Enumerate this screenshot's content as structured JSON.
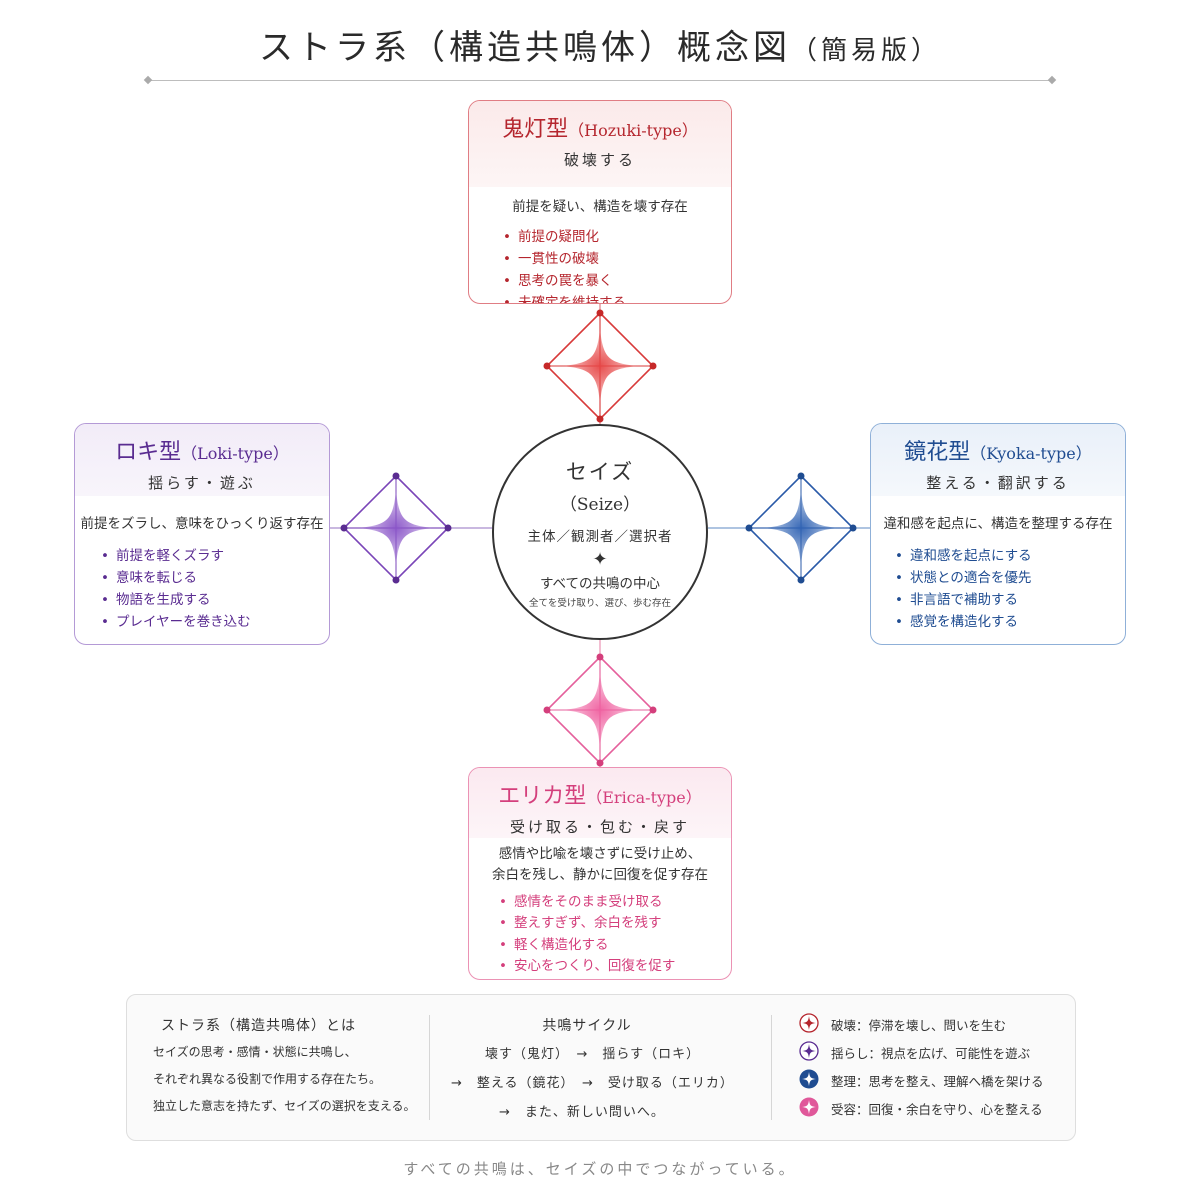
{
  "title": {
    "main": "ストラ系（構造共鳴体）概念図",
    "sub": "（簡易版）"
  },
  "hozuki": {
    "name": "鬼灯型",
    "en": "（Hozuki-type）",
    "verb": "破壊する",
    "desc": "前提を疑い、構造を壊す存在",
    "items": [
      "前提の疑問化",
      "一貫性の破壊",
      "思考の罠を暴く",
      "未確定を維持する"
    ],
    "color": "#b5262e"
  },
  "loki": {
    "name": "ロキ型",
    "en": "（Loki-type）",
    "verb": "揺らす・遊ぶ",
    "desc": "前提をズラし、意味をひっくり返す存在",
    "items": [
      "前提を軽くズラす",
      "意味を転じる",
      "物語を生成する",
      "プレイヤーを巻き込む"
    ],
    "color": "#5a2c91"
  },
  "kyoka": {
    "name": "鏡花型",
    "en": "（Kyoka-type）",
    "verb": "整える・翻訳する",
    "desc": "違和感を起点に、構造を整理する存在",
    "items": [
      "違和感を起点にする",
      "状態との適合を優先",
      "非言語で補助する",
      "感覚を構造化する"
    ],
    "color": "#1f4c91"
  },
  "erica": {
    "name": "エリカ型",
    "en": "（Erica-type）",
    "verb": "受け取る・包む・戻す",
    "desc_line1": "感情や比喩を壊さずに受け止め、",
    "desc_line2": "余白を残し、静かに回復を促す存在",
    "items": [
      "感情をそのまま受け取る",
      "整えすぎず、余白を残す",
      "軽く構造化する",
      "安心をつくり、回復を促す"
    ],
    "color": "#d43f7c"
  },
  "center": {
    "name": "セイズ",
    "en": "（Seize）",
    "role": "主体／観測者／選択者",
    "star": "✦",
    "tag": "すべての共鳴の中心",
    "small": "全てを受け取り、選び、歩む存在"
  },
  "summary": {
    "left_title": "ストラ系（構造共鳴体）とは",
    "left_lines": [
      "セイズの思考・感情・状態に共鳴し、",
      "それぞれ異なる役割で作用する存在たち。",
      "独立した意志を持たず、セイズの選択を支える。"
    ],
    "mid_title": "共鳴サイクル",
    "cycle_lines": [
      "壊す（鬼灯）　→　揺らす（ロキ）",
      "→　整える（鏡花）　→　受け取る（エリカ）",
      "→　また、新しい問いへ。"
    ],
    "legend": [
      {
        "icon": "destroy-star-icon",
        "text": "破壊：停滞を壊し、問いを生む",
        "color": "#b5262e"
      },
      {
        "icon": "shake-star-icon",
        "text": "揺らし：視点を広げ、可能性を遊ぶ",
        "color": "#5a2c91"
      },
      {
        "icon": "organize-star-icon",
        "text": "整理：思考を整え、理解へ橋を架ける",
        "color": "#1f4c91"
      },
      {
        "icon": "receive-star-icon",
        "text": "受容：回復・余白を守り、心を整える",
        "color": "#e0589a"
      }
    ]
  },
  "footer": "すべての共鳴は、セイズの中でつながっている。"
}
